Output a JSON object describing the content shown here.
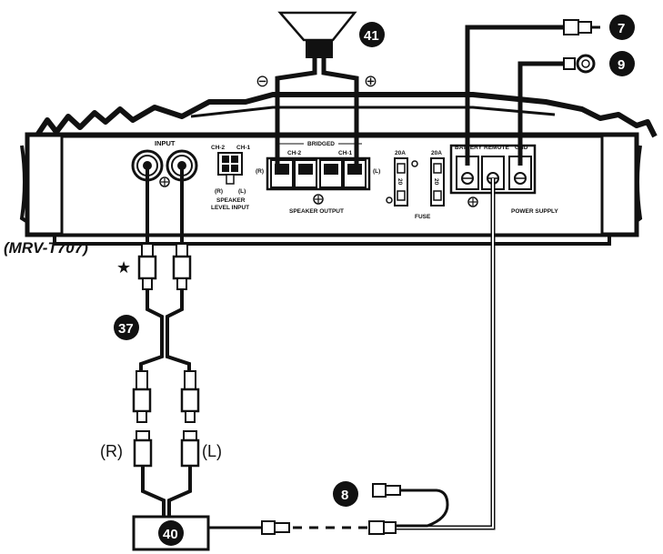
{
  "panel": {
    "input_label": "INPUT",
    "ch2_label": "CH-2",
    "ch1_label": "CH-1",
    "r_label": "(R)",
    "l_label": "(L)",
    "speaker_level_input": [
      "SPEAKER",
      "LEVEL INPUT"
    ],
    "bridged_label": "BRIDGED",
    "output_ch2": "CH-2",
    "output_ch1": "CH-1",
    "output_r": "(R)",
    "output_l": "(L)",
    "speaker_output": "SPEAKER OUTPUT",
    "fuse_rating_1": "20A",
    "fuse_rating_2": "20A",
    "fuse_value": "20",
    "fuse_label": "FUSE",
    "battery": "BATTERY",
    "remote": "REMOTE",
    "gnd": "GND",
    "power_supply": "POWER SUPPLY"
  },
  "callouts": {
    "speaker": "41",
    "battery_fuse": "7",
    "ground": "9",
    "rca_cable": "37",
    "remote_wire": "8",
    "head_unit": "40"
  },
  "labels": {
    "model": "(MRV-T707)",
    "star": "★",
    "minus": "⊖",
    "plus": "⊕",
    "rca_r": "(R)",
    "rca_l": "(L)"
  },
  "colors": {
    "ink": "#111111",
    "background": "#ffffff"
  }
}
